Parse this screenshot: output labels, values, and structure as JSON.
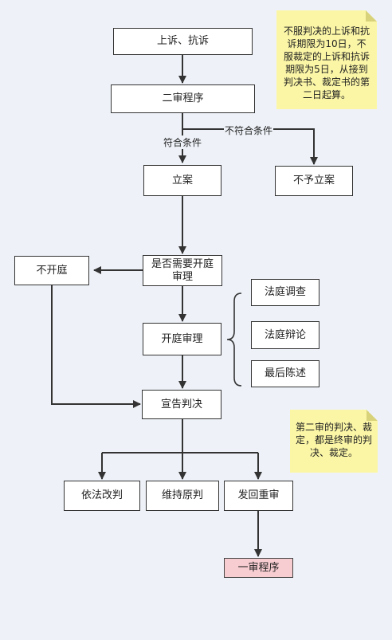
{
  "nodes": {
    "appeal": "上诉、抗诉",
    "second_instance": "二审程序",
    "filing": "立案",
    "no_filing": "不予立案",
    "need_hearing": "是否需要开庭审理",
    "no_hearing": "不开庭",
    "hearing": "开庭审理",
    "court_investigation": "法庭调查",
    "court_debate": "法庭辩论",
    "final_statement": "最后陈述",
    "verdict": "宣告判决",
    "revise": "依法改判",
    "uphold": "维持原判",
    "remand": "发回重审",
    "first_instance": "一审程序"
  },
  "edge_labels": {
    "meets": "符合条件",
    "not_meets": "不符合条件"
  },
  "notes": {
    "deadline": "不服判决的上诉和抗诉期限为10日，不服裁定的上诉和抗诉期限为5日，从接到判决书、裁定书的第二日起算。",
    "final_judgment": "第二审的判决、裁定，都是终审的判决、裁定。"
  },
  "colors": {
    "background": "#eef2f8",
    "node_fill": "#ffffff",
    "final_node_fill": "#f8cdd2",
    "note_fill": "#fbf6a6",
    "line": "#333333"
  }
}
